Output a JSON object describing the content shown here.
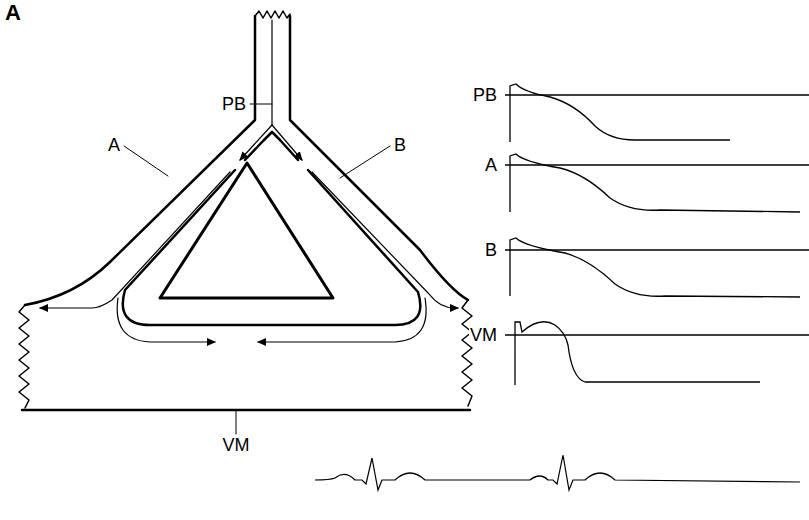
{
  "diagram": {
    "labels": [
      "A",
      "PB",
      "A",
      "B",
      "VM",
      "PB",
      "A",
      "B",
      "VM"
    ]
  }
}
